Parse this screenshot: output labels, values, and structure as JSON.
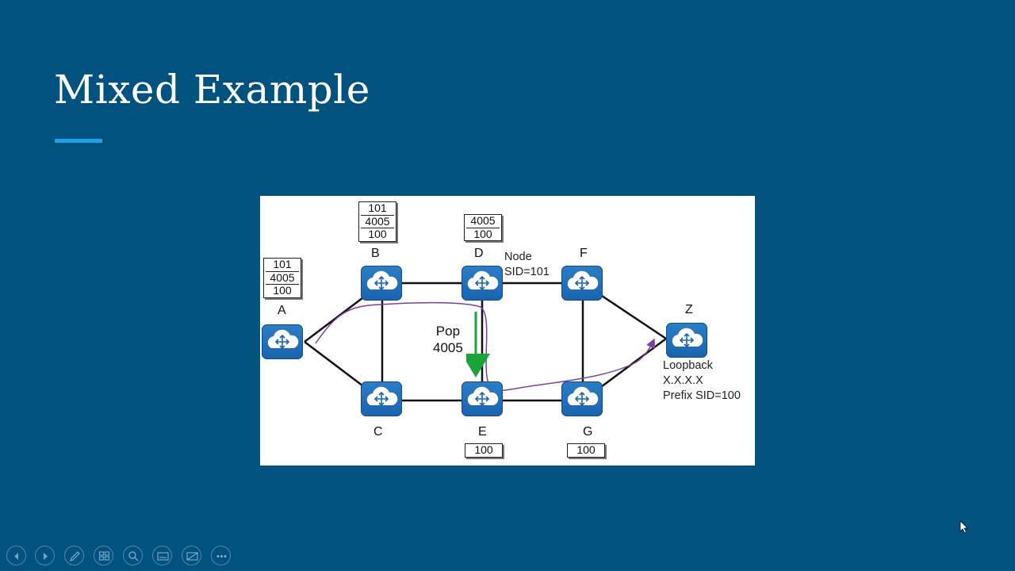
{
  "slide": {
    "title": "Mixed Example"
  },
  "diagram": {
    "nodes": {
      "A": "A",
      "B": "B",
      "C": "C",
      "D": "D",
      "E": "E",
      "F": "F",
      "G": "G",
      "Z": "Z"
    },
    "label_stacks": {
      "A": [
        "101",
        "4005",
        "100"
      ],
      "B": [
        "101",
        "4005",
        "100"
      ],
      "D": [
        "4005",
        "100"
      ],
      "E": [
        "100"
      ],
      "G": [
        "100"
      ]
    },
    "annotations": {
      "node_sid_line1": "Node",
      "node_sid_line2": "SID=101",
      "pop_line1": "Pop",
      "pop_line2": "4005",
      "loopback_line1": "Loopback",
      "loopback_line2": "X.X.X.X",
      "loopback_line3": "Prefix SID=100"
    },
    "colors": {
      "router": "#1a63ae",
      "path_arrow": "#7b3fa8",
      "pop_arrow": "#1aa33a"
    }
  },
  "toolbar": {
    "buttons": [
      "previous-slide",
      "next-slide",
      "pen",
      "see-all-slides",
      "zoom",
      "subtitles",
      "camera",
      "more-options"
    ]
  },
  "colors": {
    "background": "#02527f",
    "accent": "#1aa3e8"
  }
}
